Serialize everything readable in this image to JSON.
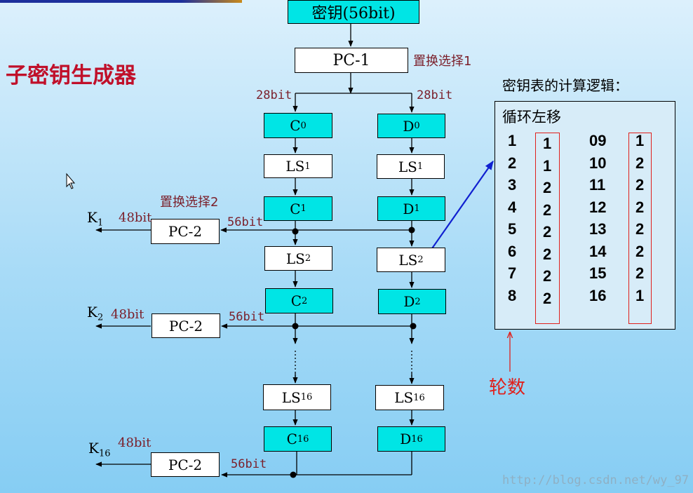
{
  "title": "子密钥生成器",
  "key_box": "密钥(56bit)",
  "pc1": {
    "label": "PC-1",
    "note": "置换选择1"
  },
  "bits28_left": "28bit",
  "bits28_right": "28bit",
  "pc2_note": "置换选择2",
  "c_base": "C",
  "d_base": "D",
  "ls_base": "LS",
  "idx": {
    "r0": "0",
    "r1": "1",
    "r2": "2",
    "r16": "16"
  },
  "k_base": "K",
  "pc2_label": "PC-2",
  "bits48": "48bit",
  "bits56": "56bit",
  "table": {
    "heading": "密钥表的计算逻辑：",
    "subheading": "循环左移",
    "rounds_left": [
      "1",
      "2",
      "3",
      "4",
      "5",
      "6",
      "7",
      "8"
    ],
    "shifts_left": [
      "1",
      "1",
      "2",
      "2",
      "2",
      "2",
      "2",
      "2"
    ],
    "rounds_right": [
      "09",
      "10",
      "11",
      "12",
      "13",
      "14",
      "15",
      "16"
    ],
    "shifts_right": [
      "1",
      "2",
      "2",
      "2",
      "2",
      "2",
      "2",
      "1"
    ]
  },
  "rounds_label": "轮数",
  "watermark": "http://blog.csdn.net/wy_97",
  "colors": {
    "cyan": "#00e5e5",
    "title_red": "#c0102a",
    "label_red": "#7b1f2a",
    "red": "#e0201c",
    "blue": "#1020d0"
  }
}
